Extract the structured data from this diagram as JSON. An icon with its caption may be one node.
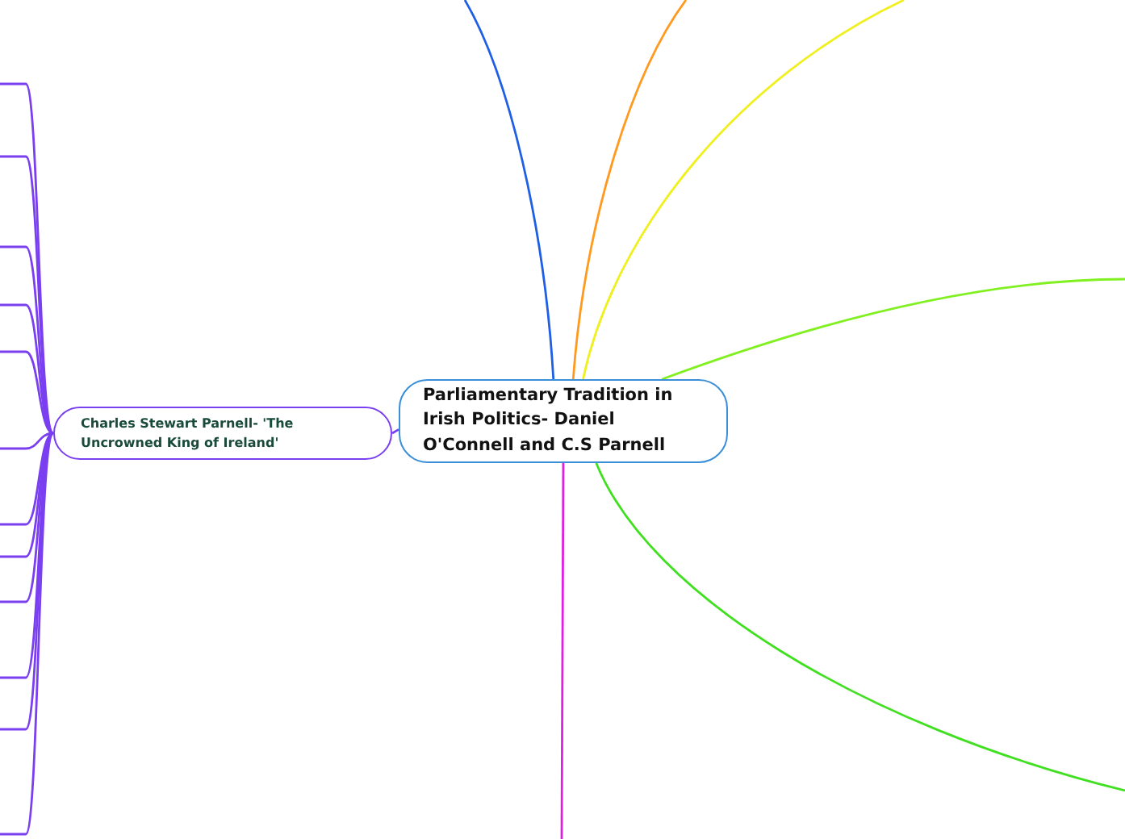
{
  "diagram": {
    "nodes": [
      {
        "text": [
          "Parliamentary Tradition in Irish Politics- Daniel O'Connell and C.S Parnell"
        ]
      },
      {
        "text": [
          "Charles Stewart Parnell- 'The Uncrowned King of Ireland'"
        ]
      }
    ],
    "edges": [
      {
        "from": 0,
        "to": null,
        "arrow": "none",
        "color": "#1f5fe6"
      },
      {
        "from": 0,
        "to": null,
        "arrow": "none",
        "color": "#ff9a1f"
      },
      {
        "from": 0,
        "to": null,
        "arrow": "none",
        "color": "#f0f020"
      },
      {
        "from": 0,
        "to": null,
        "arrow": "none",
        "color": "#80f020"
      },
      {
        "from": 0,
        "to": null,
        "arrow": "none",
        "color": "#40e020"
      },
      {
        "from": 0,
        "to": null,
        "arrow": "none",
        "color": "#e020e0"
      },
      {
        "from": 0,
        "to": 1,
        "arrow": "none"
      },
      {
        "from": 1,
        "to": null,
        "arrow": "none"
      },
      {
        "from": 1,
        "to": null,
        "arrow": "none"
      },
      {
        "from": 1,
        "to": null,
        "arrow": "none"
      },
      {
        "from": 1,
        "to": null,
        "arrow": "none"
      },
      {
        "from": 1,
        "to": null,
        "arrow": "none"
      },
      {
        "from": 1,
        "to": null,
        "arrow": "none"
      },
      {
        "from": 1,
        "to": null,
        "arrow": "none"
      },
      {
        "from": 1,
        "to": null,
        "arrow": "none"
      },
      {
        "from": 1,
        "to": null,
        "arrow": "none"
      },
      {
        "from": 1,
        "to": null,
        "arrow": "none"
      },
      {
        "from": 1,
        "to": null,
        "arrow": "none"
      },
      {
        "from": 1,
        "to": null,
        "arrow": "none"
      }
    ]
  }
}
